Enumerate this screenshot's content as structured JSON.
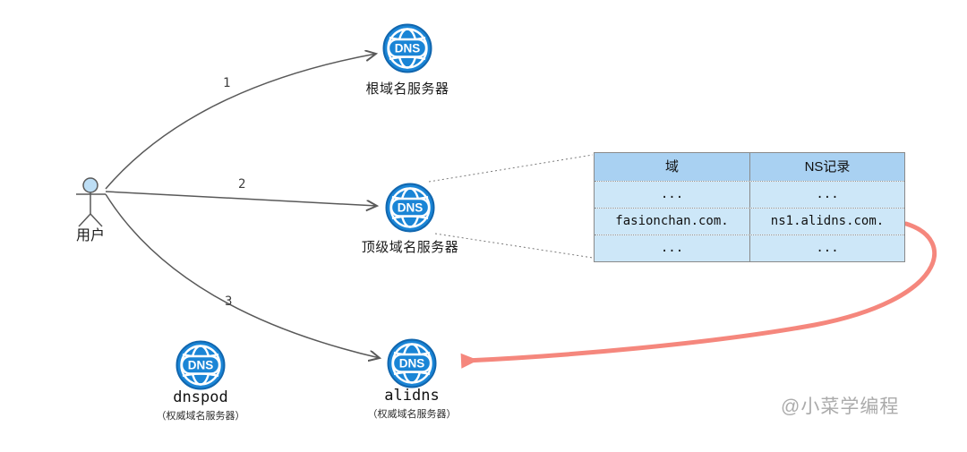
{
  "actor": {
    "label": "用户"
  },
  "steps": {
    "one": "1",
    "two": "2",
    "three": "3"
  },
  "icon_text": "DNS",
  "nodes": {
    "root": {
      "label": "根域名服务器"
    },
    "tld": {
      "label": "顶级域名服务器"
    },
    "dnspod": {
      "label": "dnspod",
      "sublabel": "（权威域名服务器）"
    },
    "alidns": {
      "label": "alidns",
      "sublabel": "（权威域名服务器）"
    }
  },
  "table": {
    "headers": [
      "域",
      "NS记录"
    ],
    "rows": [
      [
        "...",
        "..."
      ],
      [
        "fasionchan.com.",
        "ns1.alidns.com."
      ],
      [
        "...",
        "..."
      ]
    ]
  },
  "watermark": "@小菜学编程",
  "colors": {
    "icon_blue": "#1a85d6",
    "icon_rim": "#1166ae",
    "table_header_bg": "#a9d1f2",
    "table_row_bg": "#cde7f8",
    "arrow_gray": "#595959",
    "red_arrow": "#f5877d",
    "watermark_gray": "#ababab"
  }
}
